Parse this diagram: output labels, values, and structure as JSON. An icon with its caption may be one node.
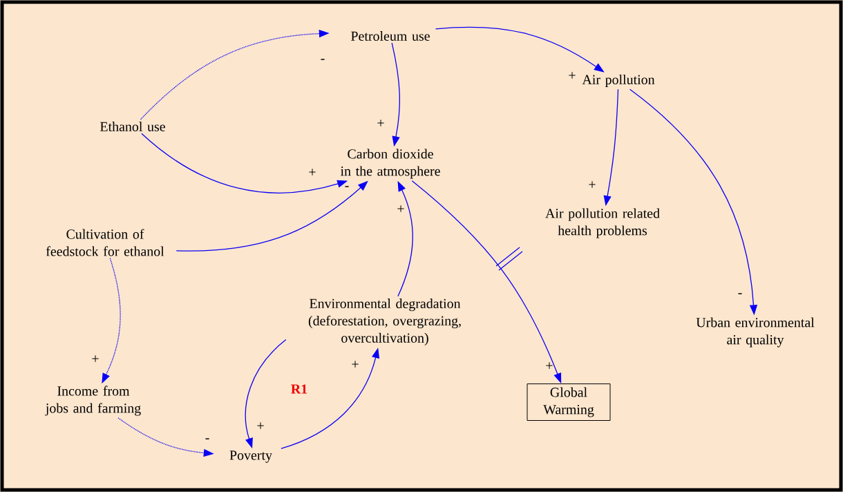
{
  "diagram": {
    "nodes": [
      {
        "text": [
          "Petroleum use"
        ]
      },
      {
        "text": [
          "Air pollution"
        ]
      },
      {
        "text": [
          "Ethanol use"
        ]
      },
      {
        "text": [
          "Carbon dioxide in the atmosphere"
        ]
      },
      {
        "text": [
          "Air pollution related health problems"
        ]
      },
      {
        "text": [
          "Cultivation of feedstock for ethanol"
        ]
      },
      {
        "text": [
          "Environmental degradation (deforestation, overgrazing, overcultivation)"
        ]
      },
      {
        "text": [
          "Urban environmental air quality"
        ]
      },
      {
        "text": [
          "Income from jobs and farming"
        ]
      },
      {
        "text": [
          "Global Warming"
        ]
      },
      {
        "text": [
          "Poverty"
        ]
      }
    ],
    "edges": [
      {
        "from": 2,
        "to": 0,
        "arrow": "to",
        "label": "-",
        "style": "dashed"
      },
      {
        "from": 0,
        "to": 3,
        "arrow": "to",
        "label": "+"
      },
      {
        "from": 0,
        "to": 1,
        "arrow": "to",
        "label": "+"
      },
      {
        "from": 2,
        "to": 3,
        "arrow": "to",
        "label": "+"
      },
      {
        "from": 5,
        "to": 3,
        "arrow": "to",
        "label": "-"
      },
      {
        "from": 6,
        "to": 3,
        "arrow": "to",
        "label": "+"
      },
      {
        "from": 3,
        "to": 9,
        "arrow": "to",
        "label": "+"
      },
      {
        "from": 1,
        "to": 4,
        "arrow": "to",
        "label": "+"
      },
      {
        "from": 1,
        "to": 7,
        "arrow": "to",
        "label": "-"
      },
      {
        "from": 5,
        "to": 8,
        "arrow": "to",
        "label": "+",
        "style": "dashed"
      },
      {
        "from": 8,
        "to": 10,
        "arrow": "to",
        "label": "-",
        "style": "dashed"
      },
      {
        "from": 6,
        "to": 10,
        "arrow": "to",
        "label": "+"
      },
      {
        "from": 10,
        "to": 6,
        "arrow": "to",
        "label": "+"
      }
    ],
    "labels": [
      "R1"
    ]
  }
}
